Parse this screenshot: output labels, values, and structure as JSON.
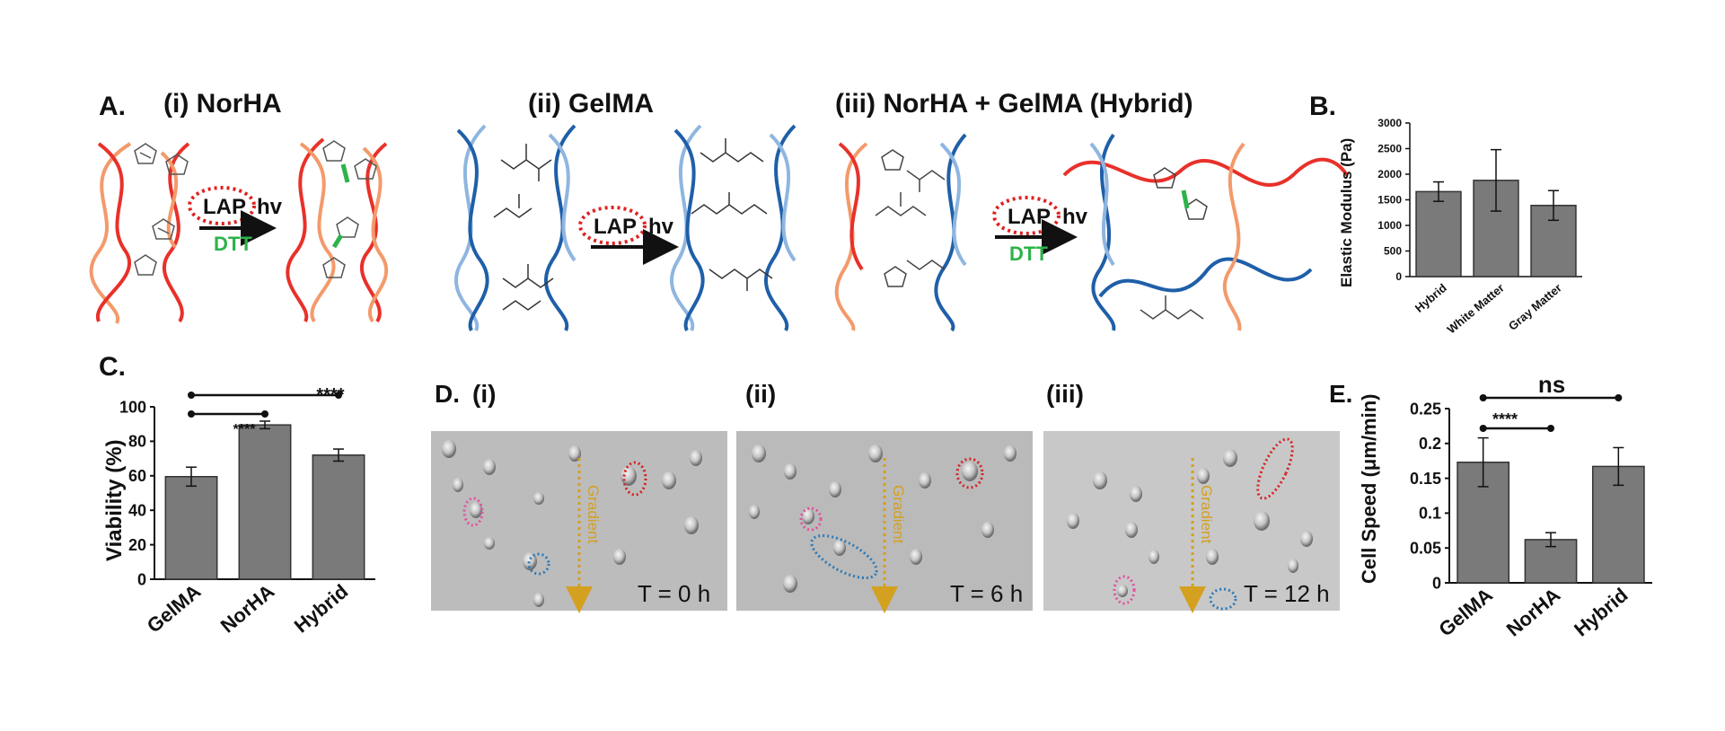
{
  "panel_a": {
    "label": "A.",
    "sub_i": "(i) NorHA",
    "sub_ii": "(ii) GelMA",
    "sub_iii": "(iii) NorHA + GelMA (Hybrid)",
    "reagent_lap": "LAP",
    "reagent_hv": "hv",
    "reagent_dtt": "DTT"
  },
  "panel_d": {
    "label": "D.",
    "sub_i": "(i)",
    "sub_ii": "(ii)",
    "sub_iii": "(iii)",
    "gradient_label": "Gradient",
    "times": [
      "T = 0 h",
      "T = 6 h",
      "T = 12 h"
    ]
  },
  "colors": {
    "norha_red": "#e8312a",
    "norha_orange": "#f39a6b",
    "gelma_dark_blue": "#1f5fa8",
    "gelma_light_blue": "#8fb6e0",
    "dtt_green": "#2cb34a",
    "lap_circle": "#e02020",
    "bar_gray": "#7a7a7a",
    "gradient_orange": "#d4a020",
    "circle_pink": "#e0529c",
    "circle_blue": "#2a7ab8",
    "circle_red": "#d62020"
  },
  "chart_data": [
    {
      "panel": "B.",
      "type": "bar",
      "categories": [
        "Hybrid",
        "White Matter",
        "Gray Matter"
      ],
      "values": [
        1660,
        1880,
        1390
      ],
      "errors": [
        190,
        600,
        290
      ],
      "ylabel": "Elastic Modulus (Pa)",
      "xlabel": "",
      "ylim": [
        0,
        3000
      ],
      "yticks": [
        "0",
        "500",
        "1000",
        "1500",
        "2000",
        "2500",
        "3000"
      ]
    },
    {
      "panel": "C.",
      "type": "bar",
      "categories": [
        "GelMA",
        "NorHA",
        "Hybrid"
      ],
      "values": [
        59.5,
        89.5,
        72
      ],
      "errors": [
        5.5,
        2.2,
        3.5
      ],
      "ylabel": "Viability (%)",
      "xlabel": "",
      "ylim": [
        0,
        100
      ],
      "yticks": [
        "0",
        "20",
        "40",
        "60",
        "80",
        "100"
      ],
      "significance": [
        {
          "from": "GelMA",
          "to": "NorHA",
          "label": "****"
        },
        {
          "from": "GelMA",
          "to": "Hybrid",
          "label": "****"
        }
      ]
    },
    {
      "panel": "E.",
      "type": "bar",
      "categories": [
        "GelMA",
        "NorHA",
        "Hybrid"
      ],
      "values": [
        0.173,
        0.062,
        0.167
      ],
      "errors": [
        0.035,
        0.01,
        0.027
      ],
      "ylabel": "Cell Speed (μm/min)",
      "xlabel": "",
      "ylim": [
        0,
        0.25
      ],
      "yticks": [
        "0",
        "0.05",
        "0.1",
        "0.15",
        "0.2",
        "0.25"
      ],
      "significance": [
        {
          "from": "GelMA",
          "to": "NorHA",
          "label": "****"
        },
        {
          "from": "GelMA",
          "to": "Hybrid",
          "label": "ns"
        }
      ]
    }
  ]
}
